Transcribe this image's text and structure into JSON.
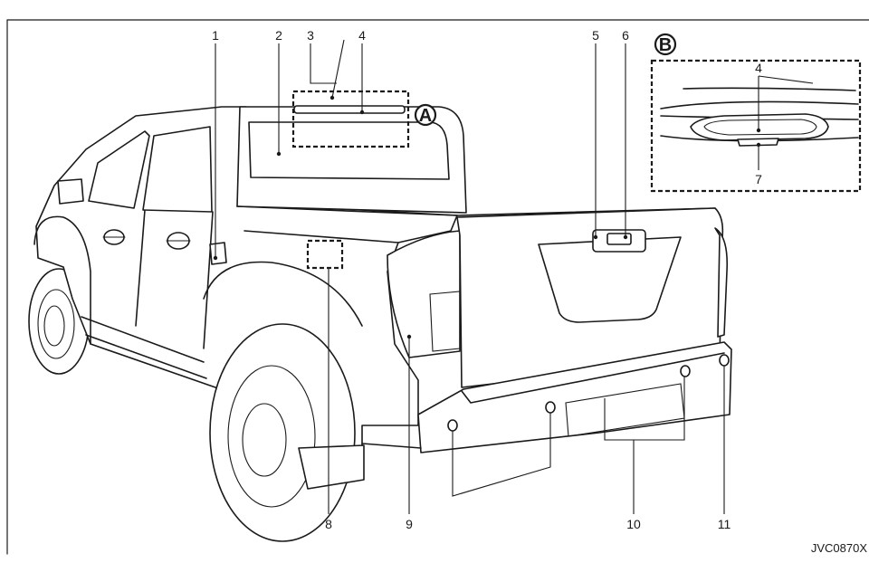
{
  "figure": {
    "callouts": [
      {
        "id": "1",
        "label": "1"
      },
      {
        "id": "2",
        "label": "2"
      },
      {
        "id": "3",
        "label": "3"
      },
      {
        "id": "4",
        "label": "4"
      },
      {
        "id": "5",
        "label": "5"
      },
      {
        "id": "6",
        "label": "6"
      },
      {
        "id": "8",
        "label": "8"
      },
      {
        "id": "9",
        "label": "9"
      },
      {
        "id": "10",
        "label": "10"
      },
      {
        "id": "11",
        "label": "11"
      }
    ],
    "detail_callouts": [
      {
        "id": "4",
        "label": "4"
      },
      {
        "id": "7",
        "label": "7"
      }
    ],
    "inset_markers": {
      "a": "A",
      "b": "B"
    },
    "figure_code": "JVC0870X"
  }
}
